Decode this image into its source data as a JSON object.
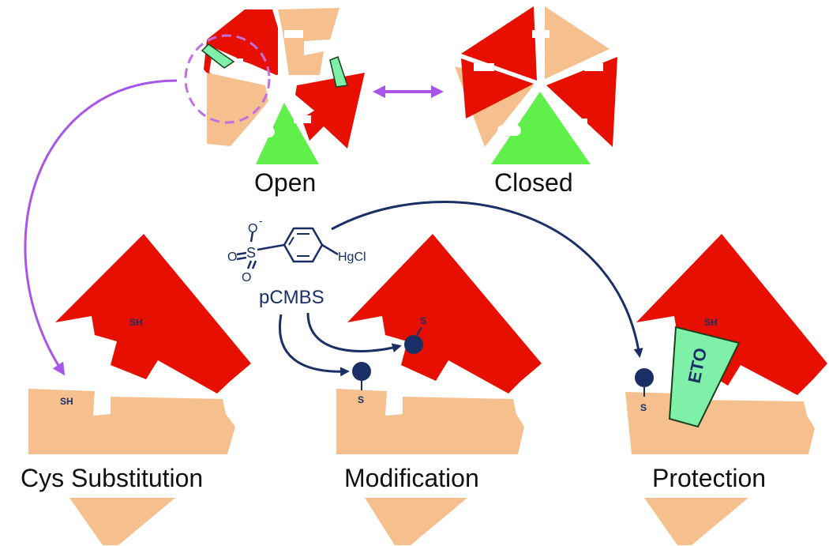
{
  "labels": {
    "open": "Open",
    "closed": "Closed",
    "cys_substitution": "Cys Substitution",
    "modification": "Modification",
    "protection": "Protection",
    "pcmbs": "pCMBS",
    "hgcl": "HgCl",
    "sh": "SH",
    "s": "S",
    "eto": "ETO",
    "o": "O",
    "o_minus": "O",
    "minus": "-"
  },
  "colors": {
    "red_subunit": "#e60f00",
    "tan_subunit": "#f5c08e",
    "green_subunit": "#5ff04a",
    "ligand": "#7ff0a8",
    "purple_arrow": "#a855e8",
    "navy": "#1a2f66"
  },
  "icons": {
    "pentamer_open": "pentamer-open-icon",
    "pentamer_closed": "pentamer-closed-icon",
    "reagent": "pcmbs-structure-icon"
  }
}
